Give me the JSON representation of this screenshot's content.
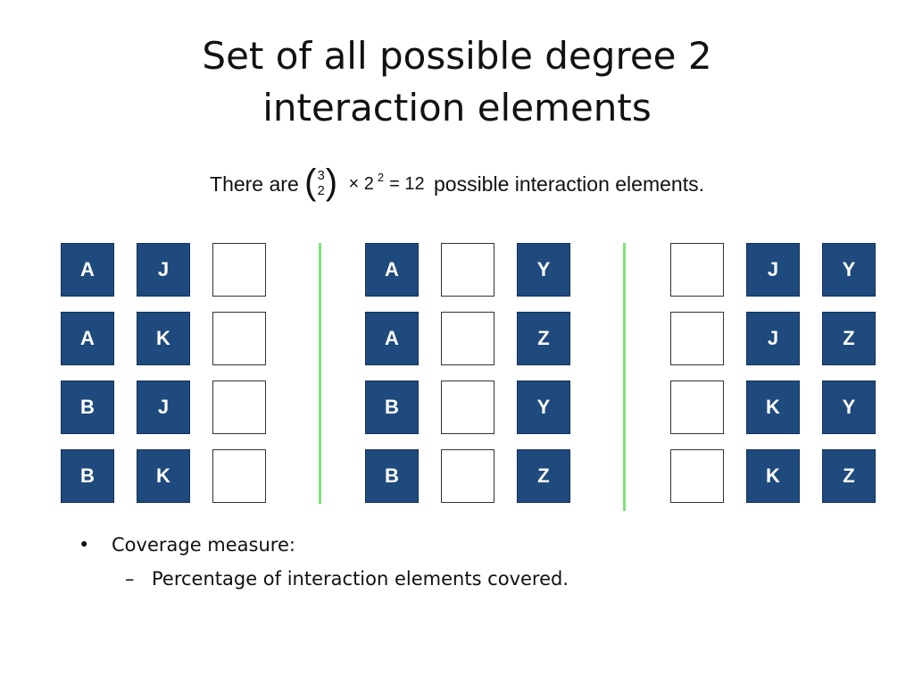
{
  "title": {
    "line1": "Set of all possible degree 2",
    "line2": "interaction elements"
  },
  "formula": {
    "prefix": "There are",
    "binom_top": "3",
    "binom_bottom": "2",
    "times": "× 2",
    "exponent": "2",
    "equals": "= 12",
    "suffix": "possible interaction elements."
  },
  "groups": [
    {
      "rows": [
        [
          "A",
          "J",
          ""
        ],
        [
          "A",
          "K",
          ""
        ],
        [
          "B",
          "J",
          ""
        ],
        [
          "B",
          "K",
          ""
        ]
      ]
    },
    {
      "rows": [
        [
          "A",
          "",
          "Y"
        ],
        [
          "A",
          "",
          "Z"
        ],
        [
          "B",
          "",
          "Y"
        ],
        [
          "B",
          "",
          "Z"
        ]
      ]
    },
    {
      "rows": [
        [
          "",
          "J",
          "Y"
        ],
        [
          "",
          "J",
          "Z"
        ],
        [
          "",
          "K",
          "Y"
        ],
        [
          "",
          "K",
          "Z"
        ]
      ]
    }
  ],
  "bullets": {
    "item1_mark": "•",
    "item1": "Coverage measure:",
    "item2_mark": "–",
    "item2": "Percentage of interaction elements covered."
  },
  "colors": {
    "cell_fill": "#1f4a7d",
    "divider": "#7ee37a"
  }
}
